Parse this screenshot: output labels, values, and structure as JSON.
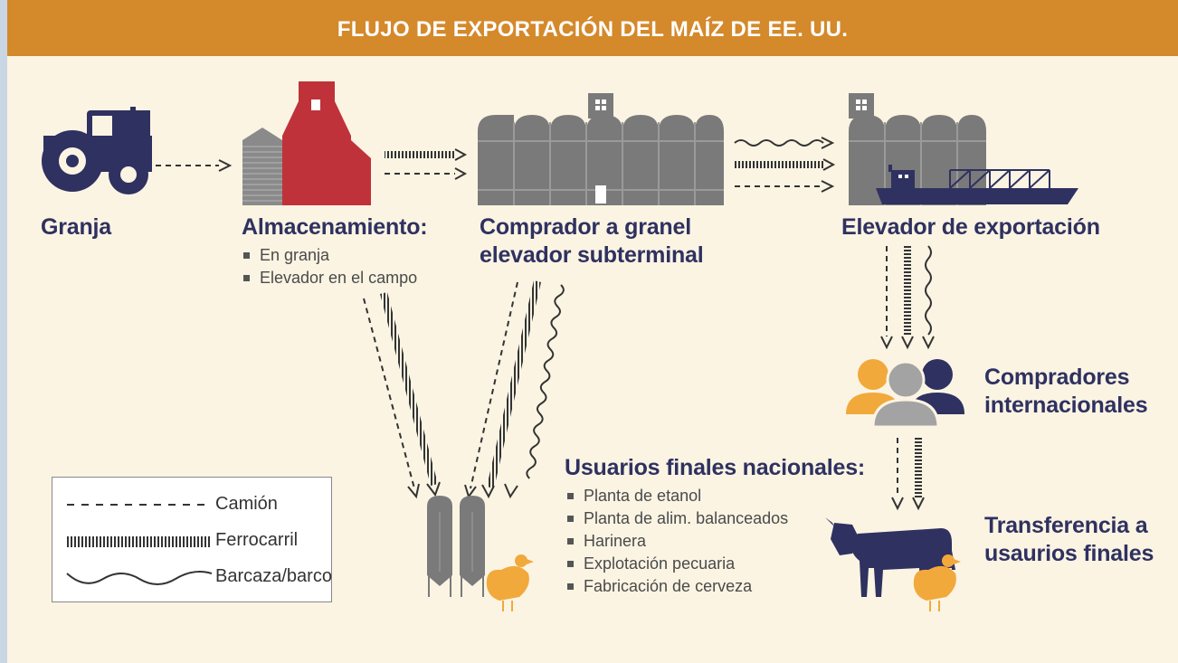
{
  "header": {
    "title": "FLUJO DE EXPORTACIÓN DEL MAÍZ DE EE. UU."
  },
  "stages": {
    "farm": {
      "label": "Granja"
    },
    "storage": {
      "label": "Almacenamiento:",
      "items": [
        "En granja",
        "Elevador en el campo"
      ]
    },
    "bulk_buyer": {
      "label_line1": "Comprador a granel",
      "label_line2": "elevador subterminal"
    },
    "export_elevator": {
      "label": "Elevador de exportación"
    },
    "international_buyers": {
      "label_line1": "Compradores",
      "label_line2": "internacionales"
    },
    "domestic_users": {
      "label": "Usuarios finales nacionales:",
      "items": [
        "Planta de etanol",
        "Planta de alim. balanceados",
        "Harinera",
        "Explotación pecuaria",
        "Fabricación de cerveza"
      ]
    },
    "end_transfer": {
      "label_line1": "Transferencia a",
      "label_line2": "usaurios finales"
    }
  },
  "legend": {
    "truck": "Camión",
    "rail": "Ferrocarril",
    "barge": "Barcaza/barco"
  },
  "colors": {
    "banner": "#d4892b",
    "navy": "#2f3160",
    "barn_red": "#c0323a",
    "silo_gray": "#7a7a7a",
    "people_orange": "#f2a93b",
    "chicken_orange": "#f2a93b"
  }
}
